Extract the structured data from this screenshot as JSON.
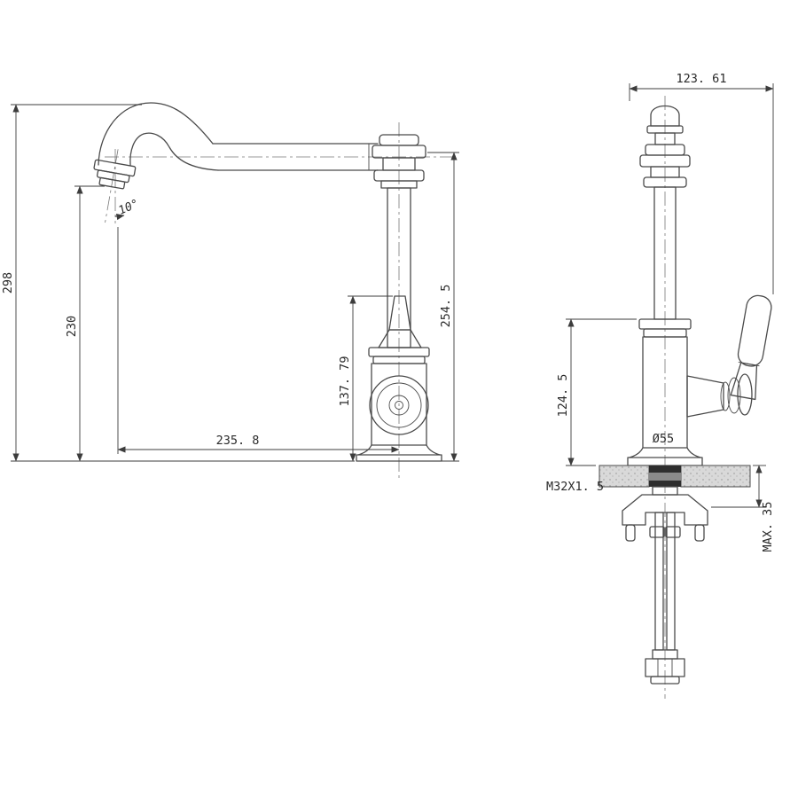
{
  "drawing": {
    "title": "faucet-technical-drawing",
    "colors": {
      "outline": "#4a4a4a",
      "dimension": "#3c3c3c",
      "centerline": "#777777",
      "slab_fill": "#d9d9d9",
      "shank_dark": "#2e2e2e",
      "shank_mid": "#8a8a8a",
      "background": "#ffffff"
    },
    "side_view": {
      "dims": {
        "overall_height": "298",
        "outlet_height": "230",
        "reach": "235. 8",
        "handle_top_height": "137. 79",
        "spout_top_height": "254. 5",
        "outlet_angle": "10°"
      }
    },
    "front_view": {
      "dims": {
        "overall_width": "123. 61",
        "handle_axis_height": "124. 5",
        "base_diameter": "Ø55",
        "thread": "M32X1. 5",
        "max_counter_thickness": "MAX. 35"
      }
    }
  }
}
